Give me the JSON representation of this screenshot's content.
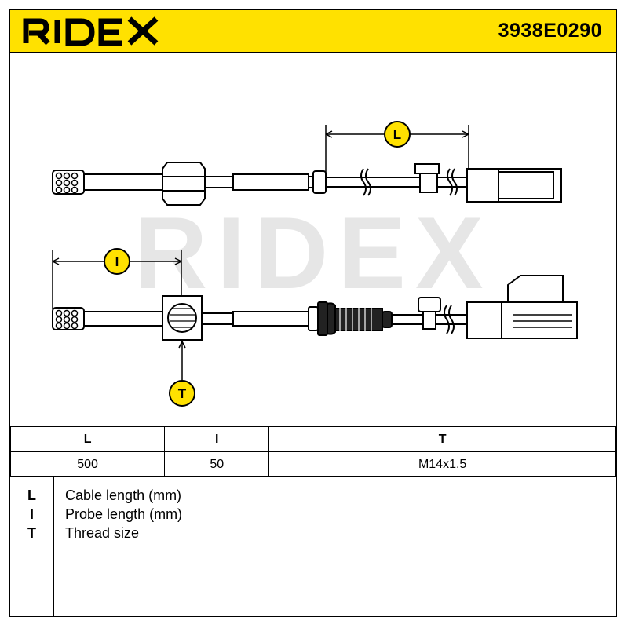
{
  "header": {
    "brand": "RIDEX",
    "part_number": "3938E0290",
    "background_color": "#ffe100"
  },
  "drawing": {
    "watermark": "RIDEX",
    "dimension_labels": {
      "cable": "L",
      "probe": "I",
      "thread": "T"
    }
  },
  "table": {
    "headers": [
      "L",
      "I",
      "T"
    ],
    "values": [
      "500",
      "50",
      "M14x1.5"
    ]
  },
  "legend": {
    "items": [
      {
        "key": "L",
        "description": "Cable length (mm)"
      },
      {
        "key": "I",
        "description": "Probe length (mm)"
      },
      {
        "key": "T",
        "description": "Thread size"
      }
    ]
  }
}
